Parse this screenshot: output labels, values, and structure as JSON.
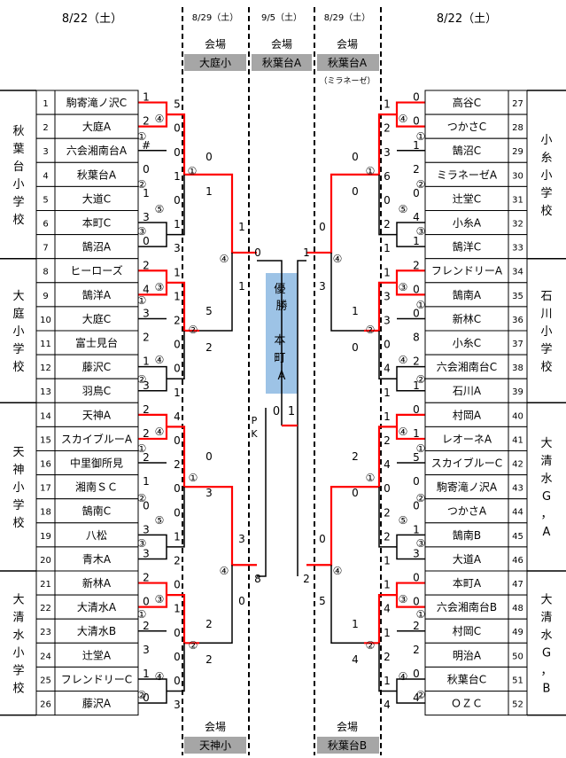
{
  "header": {
    "left_date": "8/22（土）",
    "right_date": "8/22（土）",
    "round3_left_date": "8/29（土）",
    "final_date": "9/5（土）",
    "round3_right_date": "8/29（土）",
    "venue_label": "会場",
    "venue_round3_left": "大庭小",
    "venue_final": "秋葉台A",
    "venue_round3_right": "秋葉台A",
    "venue_round3_right_note": "（ミラネーゼ）",
    "venue_bottom_left": "天神小",
    "venue_bottom_right": "秋葉台B"
  },
  "champion": {
    "label": "優勝",
    "team": "本町A"
  },
  "final_scores": {
    "left": "0",
    "right": "1"
  },
  "groups": [
    {
      "name": "秋葉台小学校"
    },
    {
      "name": "大庭小学校"
    },
    {
      "name": "天神小学校"
    },
    {
      "name": "大清水小学校"
    },
    {
      "name": "小糸小学校"
    },
    {
      "name": "石川小学校"
    },
    {
      "name": "大清水G，A"
    },
    {
      "name": "大清水G，B"
    }
  ],
  "teams_left": [
    {
      "no": "1",
      "name": "駒寄滝ノ沢C"
    },
    {
      "no": "2",
      "name": "大庭A"
    },
    {
      "no": "3",
      "name": "六会湘南台A"
    },
    {
      "no": "4",
      "name": "秋葉台A"
    },
    {
      "no": "5",
      "name": "大道C"
    },
    {
      "no": "6",
      "name": "本町C"
    },
    {
      "no": "7",
      "name": "鵠沼A"
    },
    {
      "no": "8",
      "name": "ヒーローズ"
    },
    {
      "no": "9",
      "name": "鵠洋A"
    },
    {
      "no": "10",
      "name": "大庭C"
    },
    {
      "no": "11",
      "name": "富士見台"
    },
    {
      "no": "12",
      "name": "藤沢C"
    },
    {
      "no": "13",
      "name": "羽鳥C"
    },
    {
      "no": "14",
      "name": "天神A"
    },
    {
      "no": "15",
      "name": "スカイブルーA"
    },
    {
      "no": "16",
      "name": "中里御所見"
    },
    {
      "no": "17",
      "name": "湘南ＳＣ"
    },
    {
      "no": "18",
      "name": "鵠南C"
    },
    {
      "no": "19",
      "name": "八松"
    },
    {
      "no": "20",
      "name": "青木A"
    },
    {
      "no": "21",
      "name": "新林A"
    },
    {
      "no": "22",
      "name": "大清水A"
    },
    {
      "no": "23",
      "name": "大清水B"
    },
    {
      "no": "24",
      "name": "辻堂A"
    },
    {
      "no": "25",
      "name": "フレンドリーC"
    },
    {
      "no": "26",
      "name": "藤沢A"
    }
  ],
  "teams_right": [
    {
      "no": "27",
      "name": "高谷C"
    },
    {
      "no": "28",
      "name": "つかさC"
    },
    {
      "no": "29",
      "name": "鵠沼C"
    },
    {
      "no": "30",
      "name": "ミラネーゼA"
    },
    {
      "no": "31",
      "name": "辻堂C"
    },
    {
      "no": "32",
      "name": "小糸A"
    },
    {
      "no": "33",
      "name": "鵠洋C"
    },
    {
      "no": "34",
      "name": "フレンドリーA"
    },
    {
      "no": "35",
      "name": "鵠南A"
    },
    {
      "no": "36",
      "name": "新林C"
    },
    {
      "no": "37",
      "name": "小糸C"
    },
    {
      "no": "38",
      "name": "六会湘南台C"
    },
    {
      "no": "39",
      "name": "石川A"
    },
    {
      "no": "40",
      "name": "村岡A"
    },
    {
      "no": "41",
      "name": "レオーネA"
    },
    {
      "no": "42",
      "name": "スカイブルーC"
    },
    {
      "no": "43",
      "name": "駒寄滝ノ沢A"
    },
    {
      "no": "44",
      "name": "つかさA"
    },
    {
      "no": "45",
      "name": "鵠南B"
    },
    {
      "no": "46",
      "name": "大道A"
    },
    {
      "no": "47",
      "name": "本町A"
    },
    {
      "no": "48",
      "name": "六会湘南台B"
    },
    {
      "no": "49",
      "name": "村岡C"
    },
    {
      "no": "50",
      "name": "明治A"
    },
    {
      "no": "51",
      "name": "秋葉台C"
    },
    {
      "no": "52",
      "name": "ＯＺＣ"
    }
  ],
  "match_labels": [
    "①",
    "②",
    "③",
    "④",
    "⑤"
  ],
  "scores": [
    "1",
    "5",
    "2",
    "0",
    "#",
    "0",
    "0",
    "1",
    "1",
    "0",
    "3",
    "1",
    "0",
    "3",
    "2",
    "1",
    "4",
    "1",
    "3",
    "2",
    "2",
    "0",
    "1",
    "0",
    "3",
    "1",
    "2",
    "4",
    "2",
    "0",
    "2",
    "2",
    "1",
    "0",
    "0",
    "0",
    "3",
    "1",
    "3",
    "2",
    "2",
    "0",
    "0",
    "1",
    "2",
    "0",
    "3",
    "0",
    "1",
    "0",
    "0",
    "3",
    "0",
    "1",
    "0",
    "2",
    "1",
    "3",
    "2",
    "6",
    "0",
    "0",
    "4",
    "2",
    "1",
    "1",
    "2",
    "1",
    "0",
    "3",
    "0",
    "3",
    "8",
    "0",
    "2",
    "4",
    "1",
    "1",
    "0",
    "1",
    "1",
    "2",
    "5",
    "4",
    "0",
    "0",
    "0",
    "2",
    "1",
    "2",
    "3",
    "1",
    "0",
    "1",
    "0",
    "4",
    "2",
    "1",
    "2",
    "2",
    "0",
    "1",
    "4",
    "4",
    "0",
    "1",
    "5",
    "2",
    "0",
    "3",
    "2",
    "2",
    "1",
    "1",
    "3",
    "0",
    "0",
    "8",
    "0",
    "0",
    "1",
    "0",
    "2",
    "0",
    "1",
    "4",
    "0",
    "3",
    "0",
    "5",
    "1",
    "2"
  ],
  "pk_label": "PK"
}
